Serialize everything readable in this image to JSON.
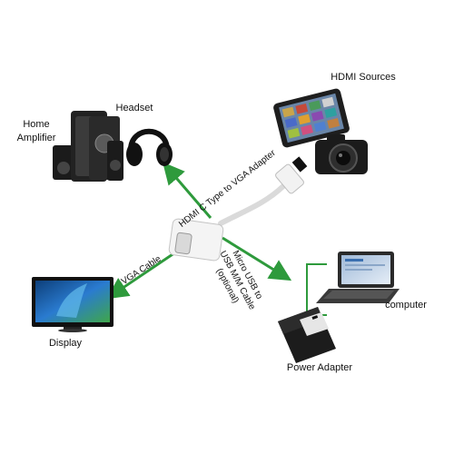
{
  "labels": {
    "home_amplifier_line1": "Home",
    "home_amplifier_line2": "Amplifier",
    "headset": "Headset",
    "hdmi_sources": "HDMI Sources",
    "display": "Display",
    "computer": "computer",
    "power_adapter": "Power Adapter",
    "vga_cable": "VGA Cable",
    "adapter_name": "HDMI C Type to VGA Adapter",
    "usb_line1": "Micro USB to",
    "usb_line2": "USB M/M Cable",
    "usb_line3": "(optional)"
  },
  "colors": {
    "arrow": "#2e9a3c",
    "device_dark": "#1b1b1b",
    "cable": "#e9e9e9",
    "screen_blue": "#2a7bd0"
  }
}
